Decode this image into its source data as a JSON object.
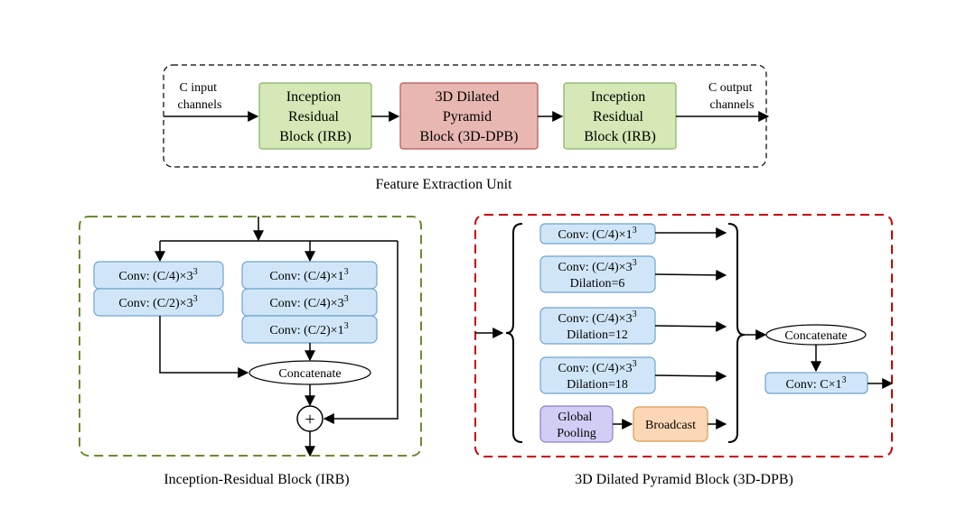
{
  "feu": {
    "input_label": [
      "C input",
      "channels"
    ],
    "output_label": [
      "C output",
      "channels"
    ],
    "irb1": [
      "Inception",
      "Residual",
      "Block (IRB)"
    ],
    "dpb": [
      "3D Dilated",
      "Pyramid",
      "Block (3D-DPB)"
    ],
    "irb2": [
      "Inception",
      "Residual",
      "Block (IRB)"
    ],
    "caption": "Feature Extraction Unit"
  },
  "irb": {
    "left": [
      {
        "text": "Conv: (C/4)×3",
        "sup": "3"
      },
      {
        "text": "Conv: (C/2)×3",
        "sup": "3"
      }
    ],
    "right": [
      {
        "text": "Conv: (C/4)×1",
        "sup": "3"
      },
      {
        "text": "Conv: (C/4)×3",
        "sup": "3"
      },
      {
        "text": "Conv: (C/2)×1",
        "sup": "3"
      }
    ],
    "concat": "Concatenate",
    "add_symbol": "+",
    "caption": "Inception-Residual Block (IRB)"
  },
  "dpb": {
    "branches": [
      {
        "text": "Conv: (C/4)×1",
        "sup": "3",
        "sub": ""
      },
      {
        "text": "Conv: (C/4)×3",
        "sup": "3",
        "sub": "Dilation=6"
      },
      {
        "text": "Conv: (C/4)×3",
        "sup": "3",
        "sub": "Dilation=12"
      },
      {
        "text": "Conv: (C/4)×3",
        "sup": "3",
        "sub": "Dilation=18"
      }
    ],
    "global_pooling": [
      "Global",
      "Pooling"
    ],
    "broadcast": "Broadcast",
    "concat": "Concatenate",
    "conv_out": {
      "text": "Conv: C×1",
      "sup": "3"
    },
    "caption": "3D Dilated Pyramid Block (3D-DPB)"
  },
  "colors": {
    "green_fill": "#d5e8b5",
    "green_stroke": "#82b366",
    "red_fill": "#e8b7b2",
    "red_stroke": "#b85450",
    "blue_fill": "#d0e6f8",
    "blue_stroke": "#6ea3cf",
    "purple_fill": "#d1cdf5",
    "purple_stroke": "#8a80c8",
    "orange_fill": "#fcd7b5",
    "orange_stroke": "#d79b53",
    "irb_border": "#6b8a2f",
    "dpb_border": "#cc0000"
  }
}
